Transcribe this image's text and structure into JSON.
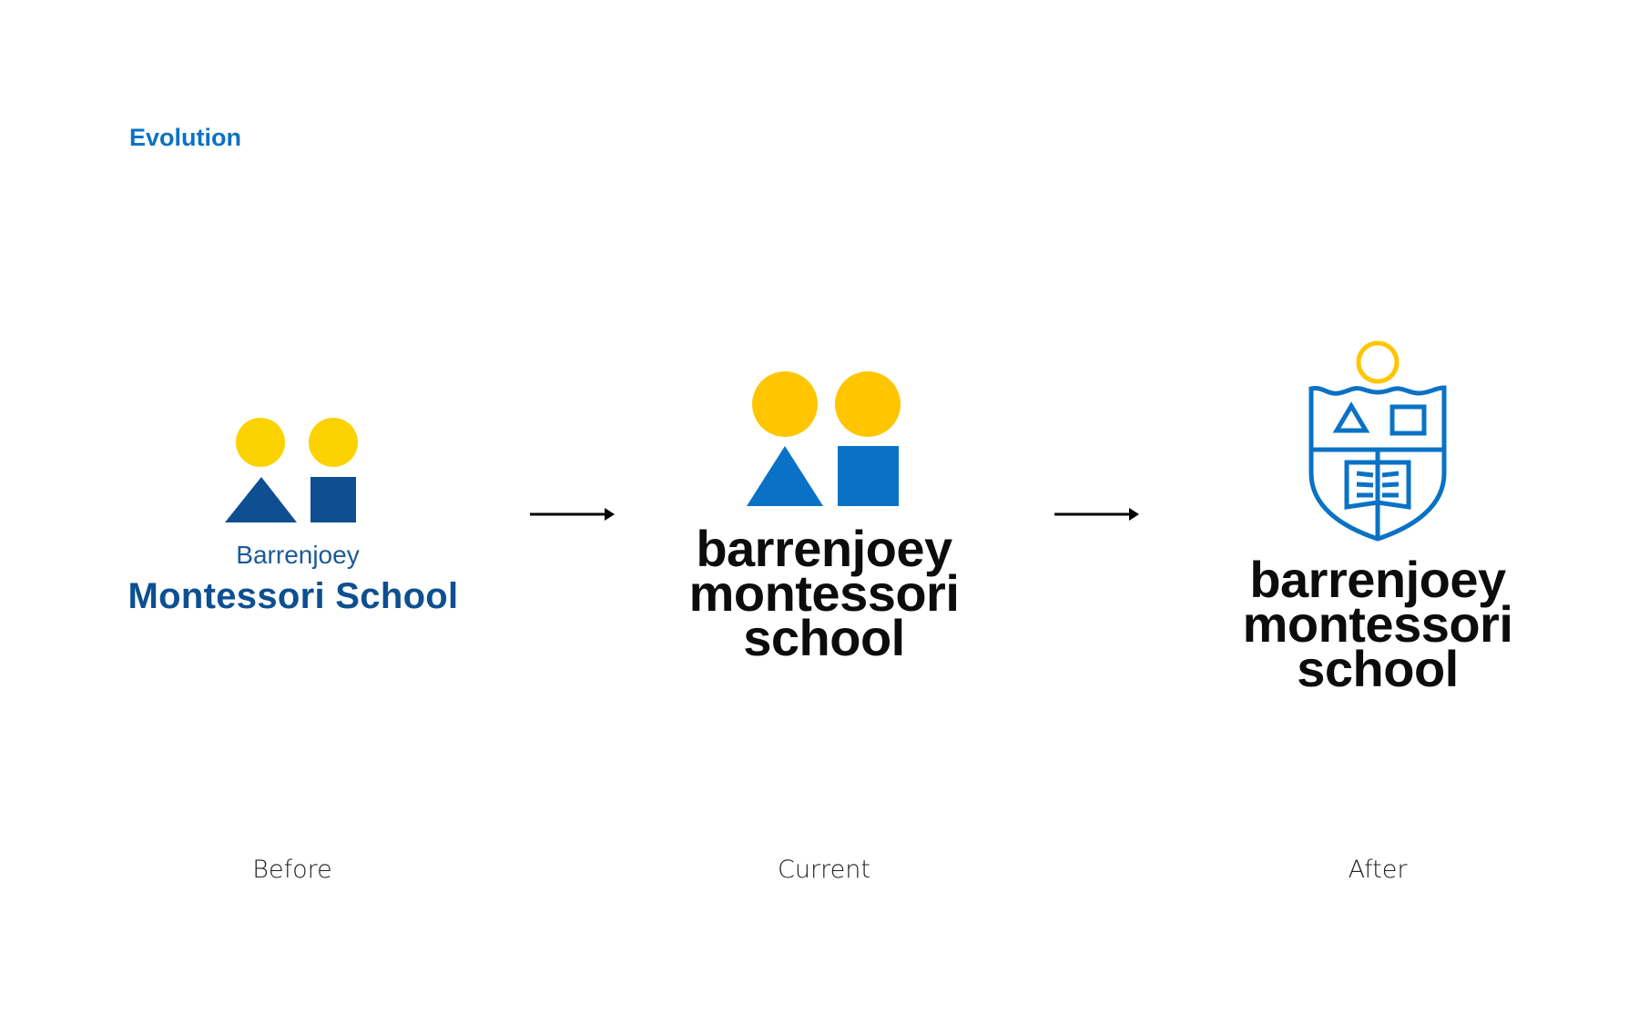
{
  "heading": "Evolution",
  "colors": {
    "accent": "#0a72c6",
    "yellow": "#ffc600",
    "old_blue": "#0d4f91",
    "black": "#0c0c0c"
  },
  "logos": {
    "before": {
      "line1": "Barrenjoey",
      "line2": "Montessori School",
      "caption": "Before"
    },
    "current": {
      "line1": "barrenjoey",
      "line2": "montessori",
      "line3": "school",
      "caption": "Current"
    },
    "after": {
      "line1": "barrenjoey",
      "line2": "montessori",
      "line3": "school",
      "caption": "After"
    }
  },
  "arrows": [
    "arrow-right-icon",
    "arrow-right-icon"
  ]
}
